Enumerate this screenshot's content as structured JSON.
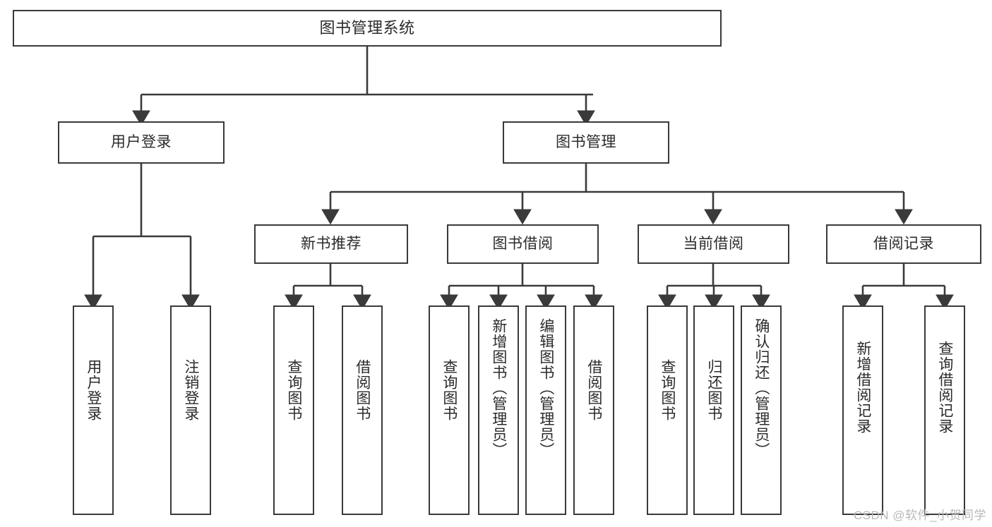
{
  "diagram": {
    "type": "tree",
    "title": "图书管理系统",
    "root": {
      "label": "图书管理系统"
    },
    "level1": [
      {
        "label": "用户登录"
      },
      {
        "label": "图书管理"
      }
    ],
    "level2": [
      {
        "label": "新书推荐"
      },
      {
        "label": "图书借阅"
      },
      {
        "label": "当前借阅"
      },
      {
        "label": "借阅记录"
      }
    ],
    "leaves": {
      "user_login": [
        {
          "label": "用户登录"
        },
        {
          "label": "注销登录"
        }
      ],
      "new_book_recommend": [
        {
          "label": "查询图书"
        },
        {
          "label": "借阅图书"
        }
      ],
      "book_borrow": [
        {
          "label": "查询图书"
        },
        {
          "label": "新增图书（管理员）"
        },
        {
          "label": "编辑图书（管理员）"
        },
        {
          "label": "借阅图书"
        }
      ],
      "current_borrow": [
        {
          "label": "查询图书"
        },
        {
          "label": "归还图书"
        },
        {
          "label": "确认归还（管理员）"
        }
      ],
      "borrow_record": [
        {
          "label": "新增借阅记录"
        },
        {
          "label": "查询借阅记录"
        }
      ]
    }
  },
  "watermark": {
    "text": "CSDN @软件_小贺同学"
  },
  "colors": {
    "stroke": "#3a3a3a",
    "fill": "#ffffff",
    "text": "#2b2b2b",
    "watermark": "#b9b9b9"
  }
}
